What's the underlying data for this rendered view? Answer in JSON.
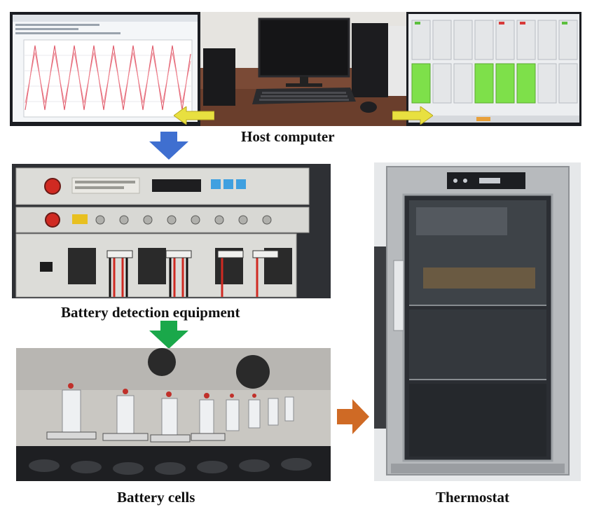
{
  "captions": {
    "host_computer": "Host computer",
    "battery_detection_equipment": "Battery detection equipment",
    "battery_cells": "Battery cells",
    "thermostat": "Thermostat"
  },
  "panels": {
    "left_monitor": {
      "kind": "photo",
      "subject": "line chart screen"
    },
    "center_pc": {
      "kind": "photo",
      "subject": "desktop computer"
    },
    "right_monitor": {
      "kind": "photo",
      "subject": "channel status screen"
    },
    "equipment": {
      "kind": "photo",
      "subject": "rack tester"
    },
    "cells": {
      "kind": "photo",
      "subject": "cylindrical cells in holders"
    },
    "chamber": {
      "kind": "photo",
      "subject": "stainless steel chamber"
    }
  },
  "arrows": {
    "blue": {
      "icon": "arrow-down-icon",
      "color": "#3f6fd0"
    },
    "green": {
      "icon": "arrow-down-icon",
      "color": "#1aa84a"
    },
    "orange": {
      "icon": "arrow-right-icon",
      "color": "#cf6a25"
    },
    "yellow_left": {
      "icon": "arrow-left-icon",
      "color": "#e8e040"
    },
    "yellow_right": {
      "icon": "arrow-right-icon",
      "color": "#e8e040"
    }
  },
  "colors": {
    "status_green": "#7ee04a",
    "status_grey": "#e4e6e8",
    "steel": "#b7babd"
  }
}
